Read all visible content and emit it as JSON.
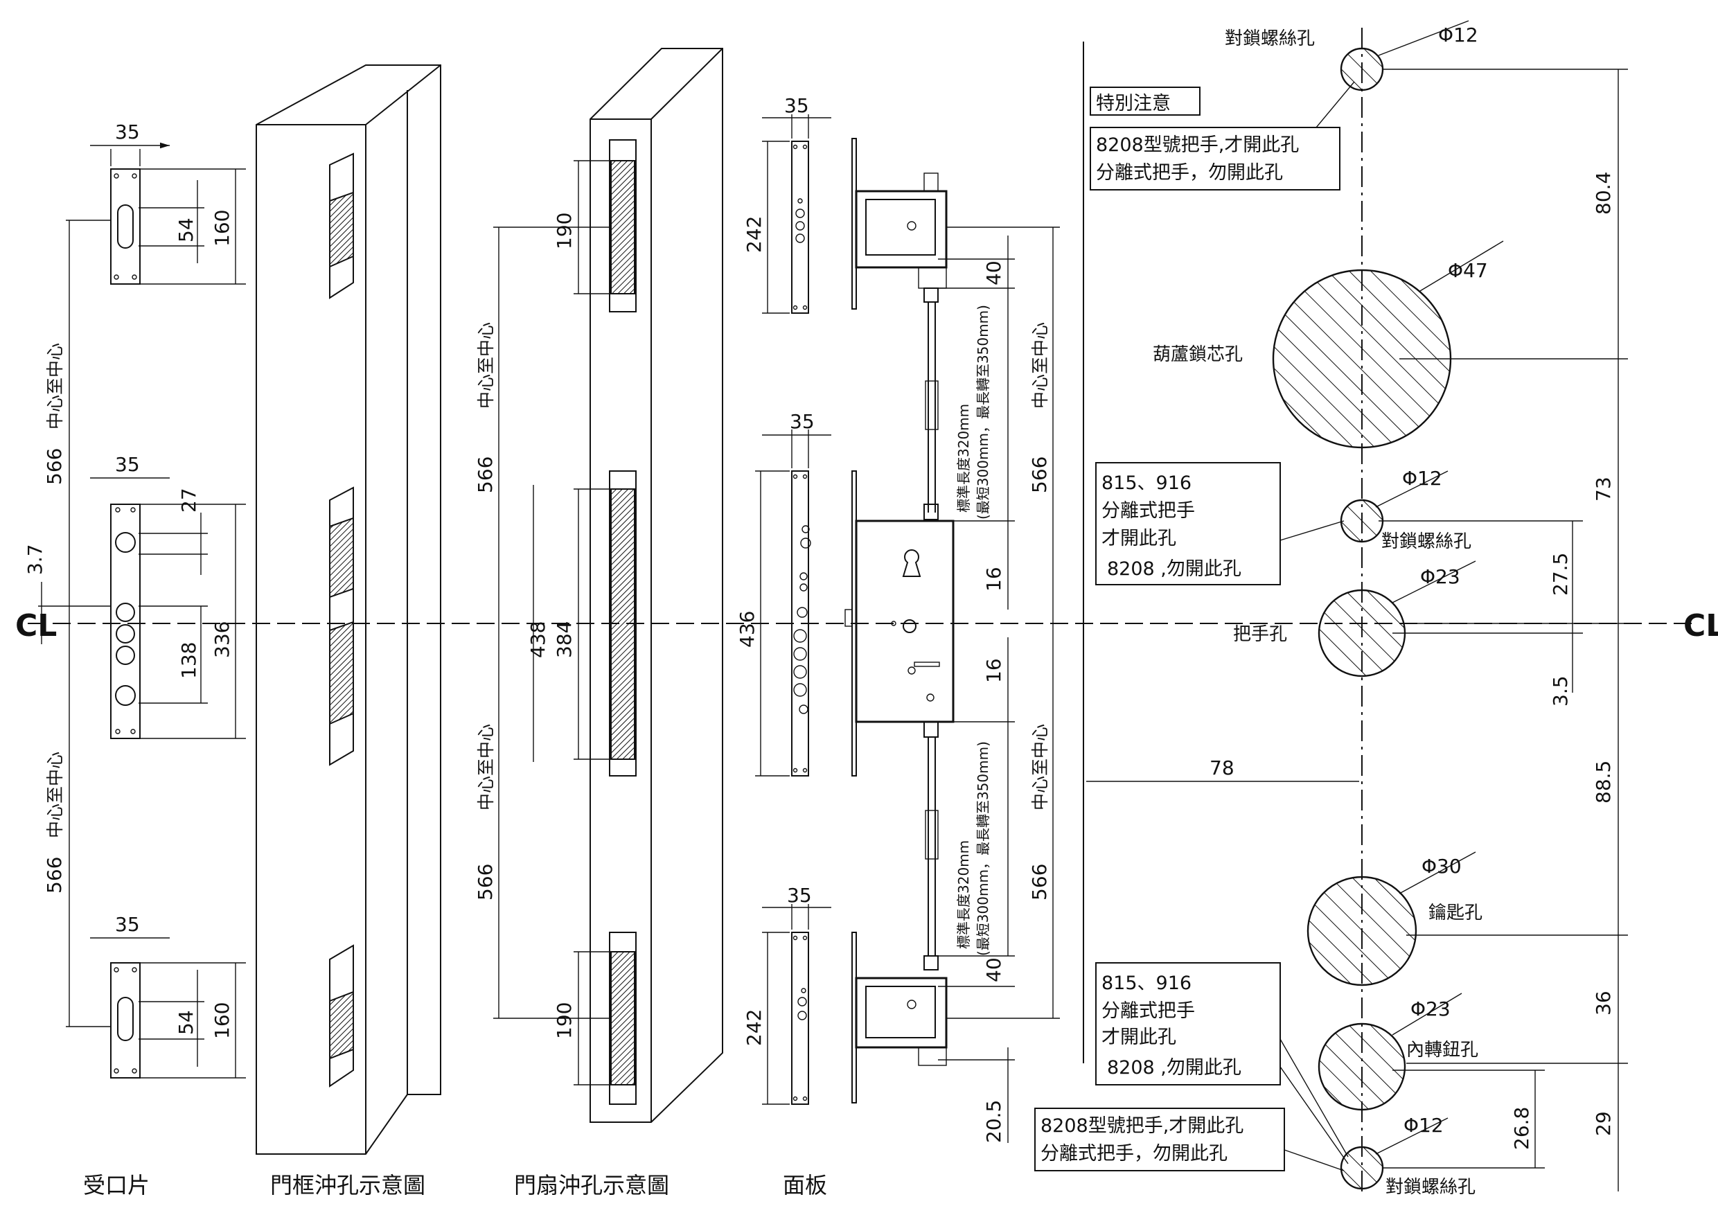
{
  "titles": {
    "strike": "受口片",
    "frame": "門框沖孔示意圖",
    "leaf": "門扇沖孔示意圖",
    "faceplate": "面板"
  },
  "centerline": "CL",
  "dims": {
    "w35": "35",
    "d160": "160",
    "d54": "54",
    "d27": "27",
    "d138": "138",
    "d336": "336",
    "d3_7": "3.7",
    "d566": "566",
    "d438": "438",
    "d190": "190",
    "d384": "384",
    "d242": "242",
    "d436": "436",
    "d40": "40",
    "d16": "16",
    "d20_5": "20.5",
    "d78": "78",
    "d80_4": "80.4",
    "d73": "73",
    "d27_5": "27.5",
    "d3_5": "3.5",
    "d88_5": "88.5",
    "d36": "36",
    "d29": "29",
    "d26_8": "26.8",
    "phi12": "Φ12",
    "phi47": "Φ47",
    "phi23": "Φ23",
    "phi30": "Φ30"
  },
  "labels": {
    "center_to_center": "中心至中心",
    "rod_std": "標準長度320mm",
    "rod_range": "(最短300mm，最長轉至350mm)",
    "screw_hole": "對鎖螺絲孔",
    "cylinder_hole": "葫蘆鎖芯孔",
    "handle_hole": "把手孔",
    "key_hole": "鑰匙孔",
    "thumb_hole": "內轉鈕孔"
  },
  "notes": {
    "special_title": "特別注意",
    "special_l1": "8208型號把手,才開此孔",
    "special_l2": "分離式把手，勿開此孔",
    "mid_l1": "815、916",
    "mid_l2": "分離式把手",
    "mid_l3": "才開此孔",
    "mid_l4": "8208 ,勿開此孔",
    "low_l1": "815、916",
    "low_l2": "分離式把手",
    "low_l3": "才開此孔",
    "low_l4": "8208 ,勿開此孔",
    "bot_l1": "8208型號把手,才開此孔",
    "bot_l2": "分離式把手，勿開此孔"
  }
}
